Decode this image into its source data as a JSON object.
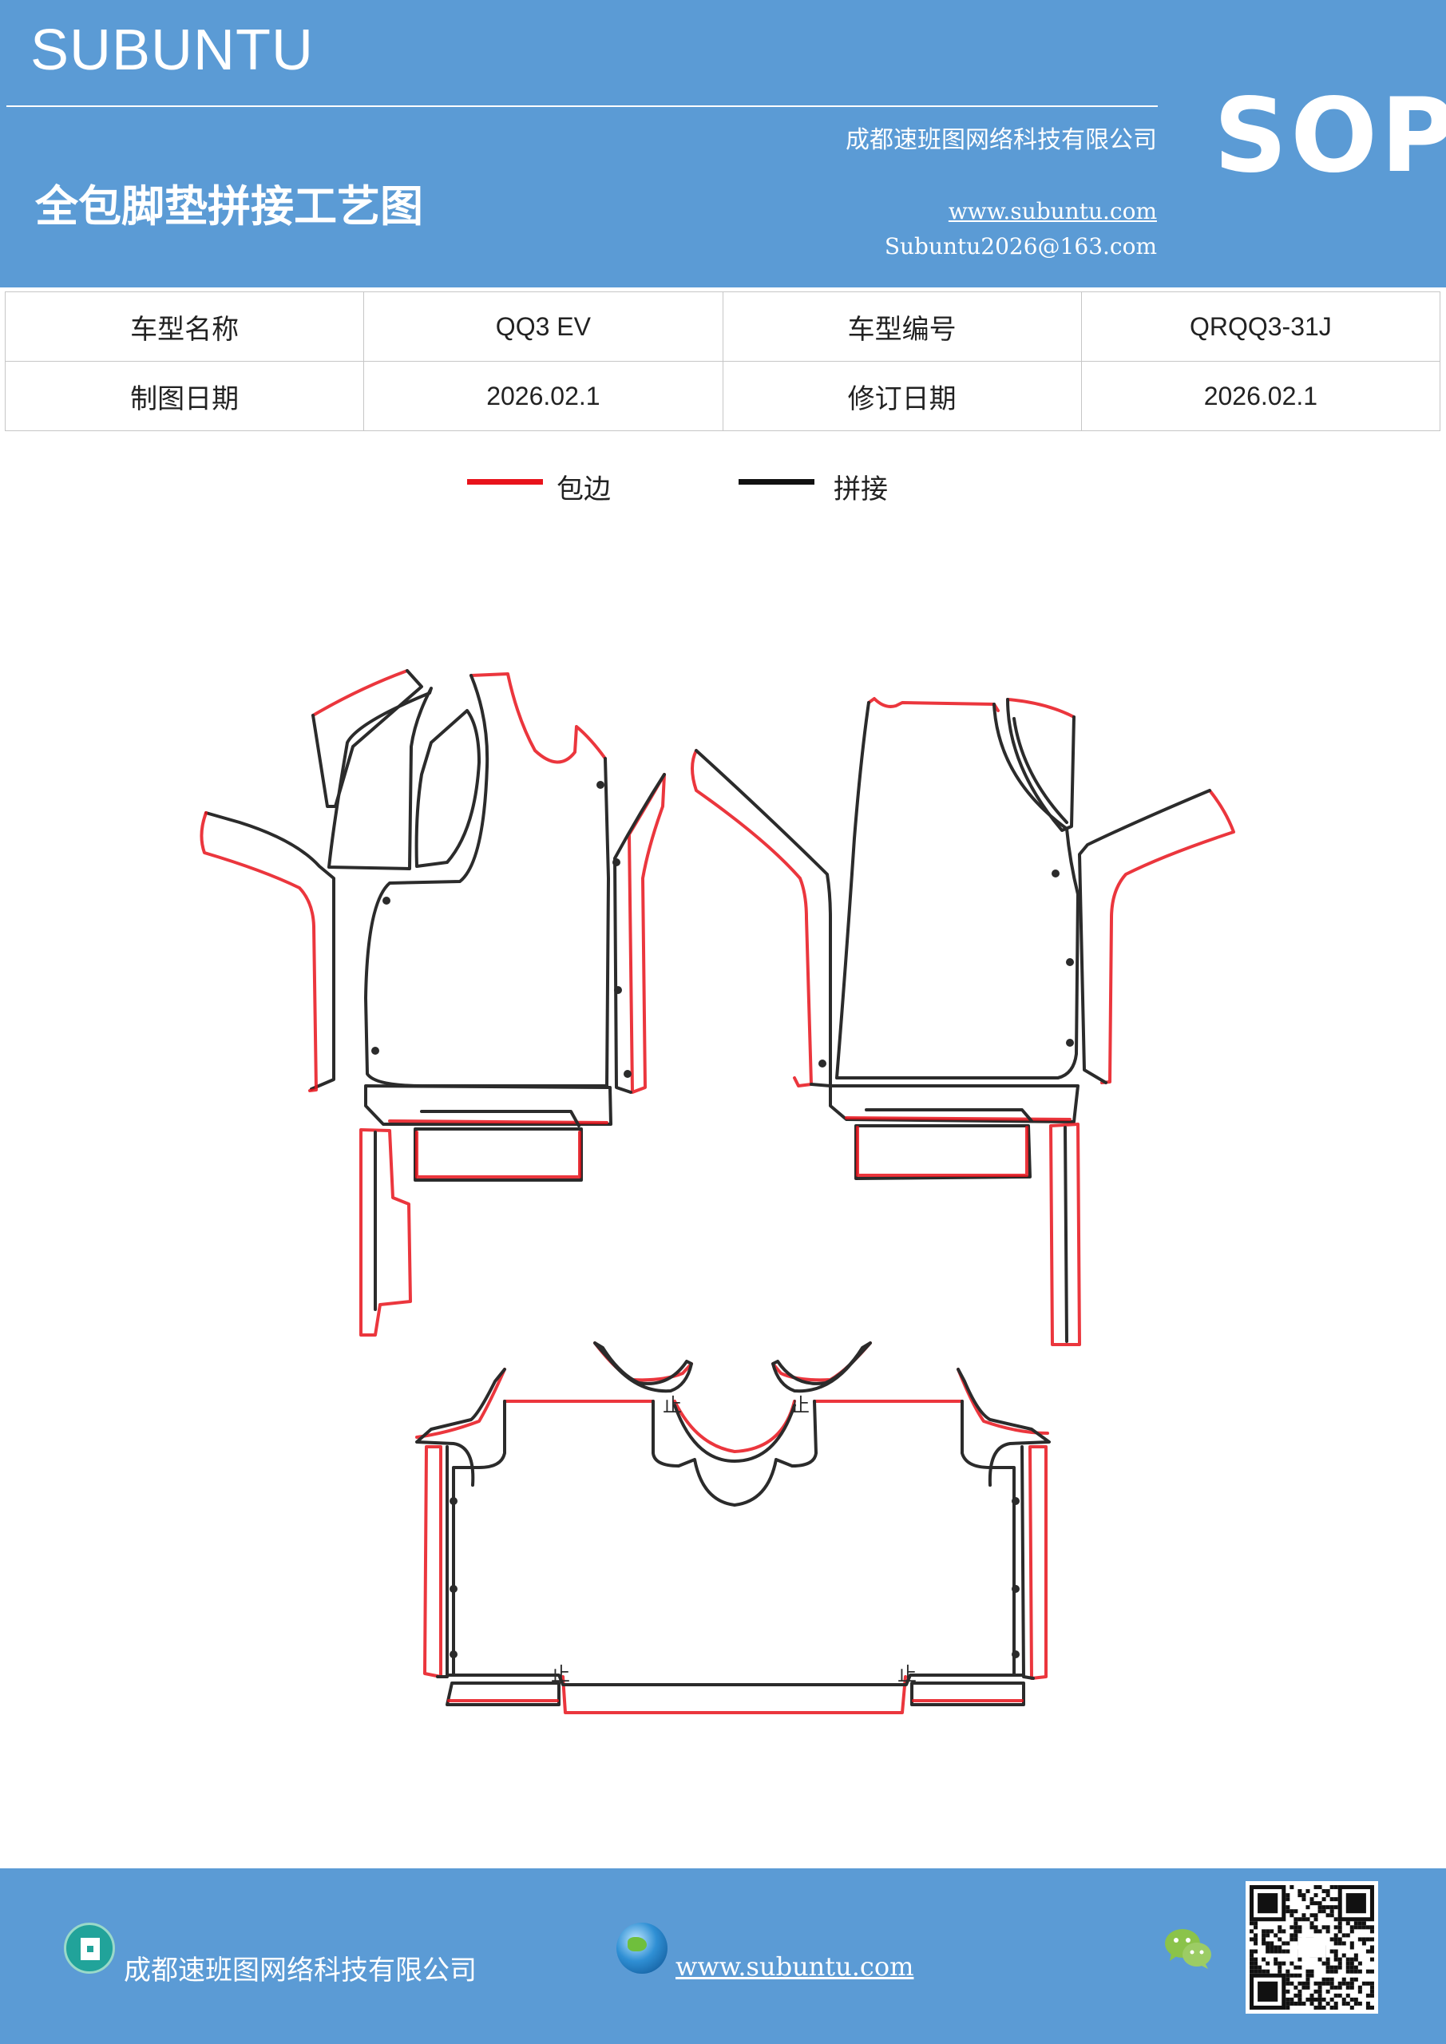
{
  "header": {
    "brand": "SUBUNTU",
    "company": "成都速班图网络科技有限公司",
    "title": "全包脚垫拼接工艺图",
    "website": "www.subuntu.com",
    "email": "Subuntu2026@163.com",
    "badge": "SOP"
  },
  "info_table": {
    "rows": [
      [
        {
          "label": "车型名称"
        },
        {
          "value": "QQ3  EV"
        },
        {
          "label": "车型编号"
        },
        {
          "value": "QRQQ3-31J"
        }
      ],
      [
        {
          "label": "制图日期"
        },
        {
          "value": "2026.02.1"
        },
        {
          "label": "修订日期"
        },
        {
          "value": "2026.02.1"
        }
      ]
    ]
  },
  "legend": {
    "items": [
      {
        "label": "包边",
        "color": "#e8131b"
      },
      {
        "label": "拼接",
        "color": "#111111"
      }
    ]
  },
  "drawing": {
    "stop_mark": "止",
    "edge_color": "#e8131b",
    "seam_color": "#2b2b2b"
  },
  "footer": {
    "company": "成都速班图网络科技有限公司",
    "website": "www.subuntu.com",
    "icons": [
      "building-icon",
      "globe-icon",
      "wechat-icon",
      "qr-code"
    ]
  }
}
